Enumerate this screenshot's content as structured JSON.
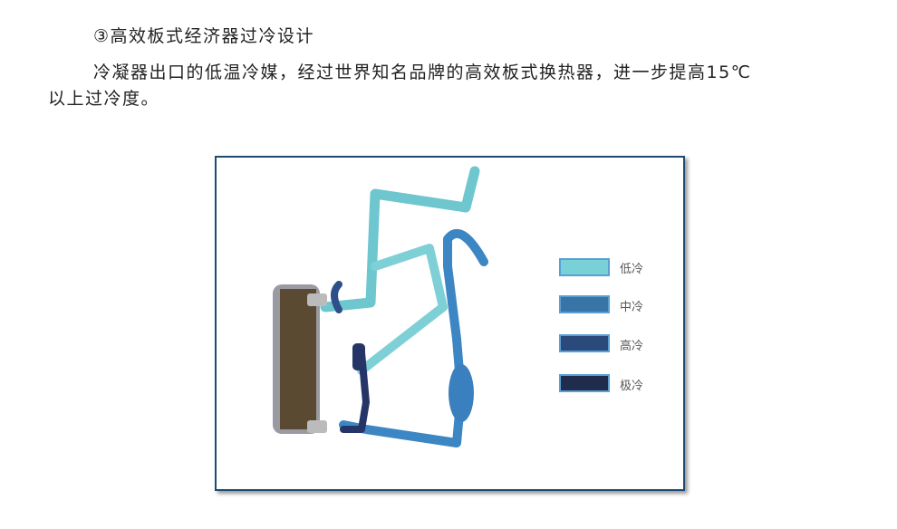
{
  "heading": "③高效板式经济器过冷设计",
  "paragraph_line1": "冷凝器出口的低温冷媒，经过世界知名品牌的高效板式换热器，进一步提高15℃",
  "paragraph_line2": "以上过冷度。",
  "legend": [
    {
      "label": "低冷",
      "color": "#79d1d8"
    },
    {
      "label": "中冷",
      "color": "#3874a6"
    },
    {
      "label": "高冷",
      "color": "#2a4a7c"
    },
    {
      "label": "极冷",
      "color": "#202c4c"
    }
  ]
}
